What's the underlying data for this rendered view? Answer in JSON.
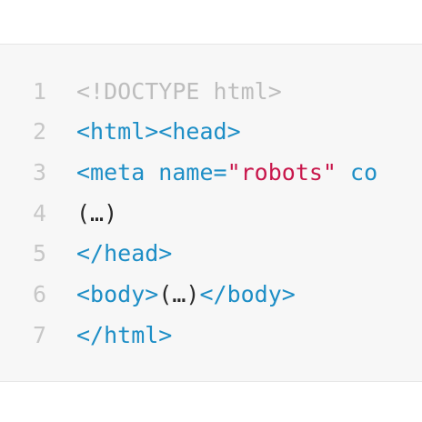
{
  "colors": {
    "background": "#ffffff",
    "code_background": "#f7f7f7",
    "line_number": "#c7c7c7",
    "doctype": "#bdbdbd",
    "tag": "#1d8ec6",
    "string": "#c8164b",
    "text": "#2a2a2a"
  },
  "code": {
    "lines": [
      {
        "number": "1",
        "tokens": [
          {
            "text": "<!DOCTYPE html>",
            "kind": "doctype"
          }
        ]
      },
      {
        "number": "2",
        "tokens": [
          {
            "text": "<html><head>",
            "kind": "tag"
          }
        ]
      },
      {
        "number": "3",
        "tokens": [
          {
            "text": "<meta name=",
            "kind": "tag"
          },
          {
            "text": "\"robots\"",
            "kind": "string"
          },
          {
            "text": " co",
            "kind": "tag"
          }
        ]
      },
      {
        "number": "4",
        "tokens": [
          {
            "text": "(…)",
            "kind": "text"
          }
        ]
      },
      {
        "number": "5",
        "tokens": [
          {
            "text": "</head>",
            "kind": "tag"
          }
        ]
      },
      {
        "number": "6",
        "tokens": [
          {
            "text": "<body>",
            "kind": "tag"
          },
          {
            "text": "(…)",
            "kind": "text"
          },
          {
            "text": "</body>",
            "kind": "tag"
          }
        ]
      },
      {
        "number": "7",
        "tokens": [
          {
            "text": "</html>",
            "kind": "tag"
          }
        ]
      }
    ]
  }
}
